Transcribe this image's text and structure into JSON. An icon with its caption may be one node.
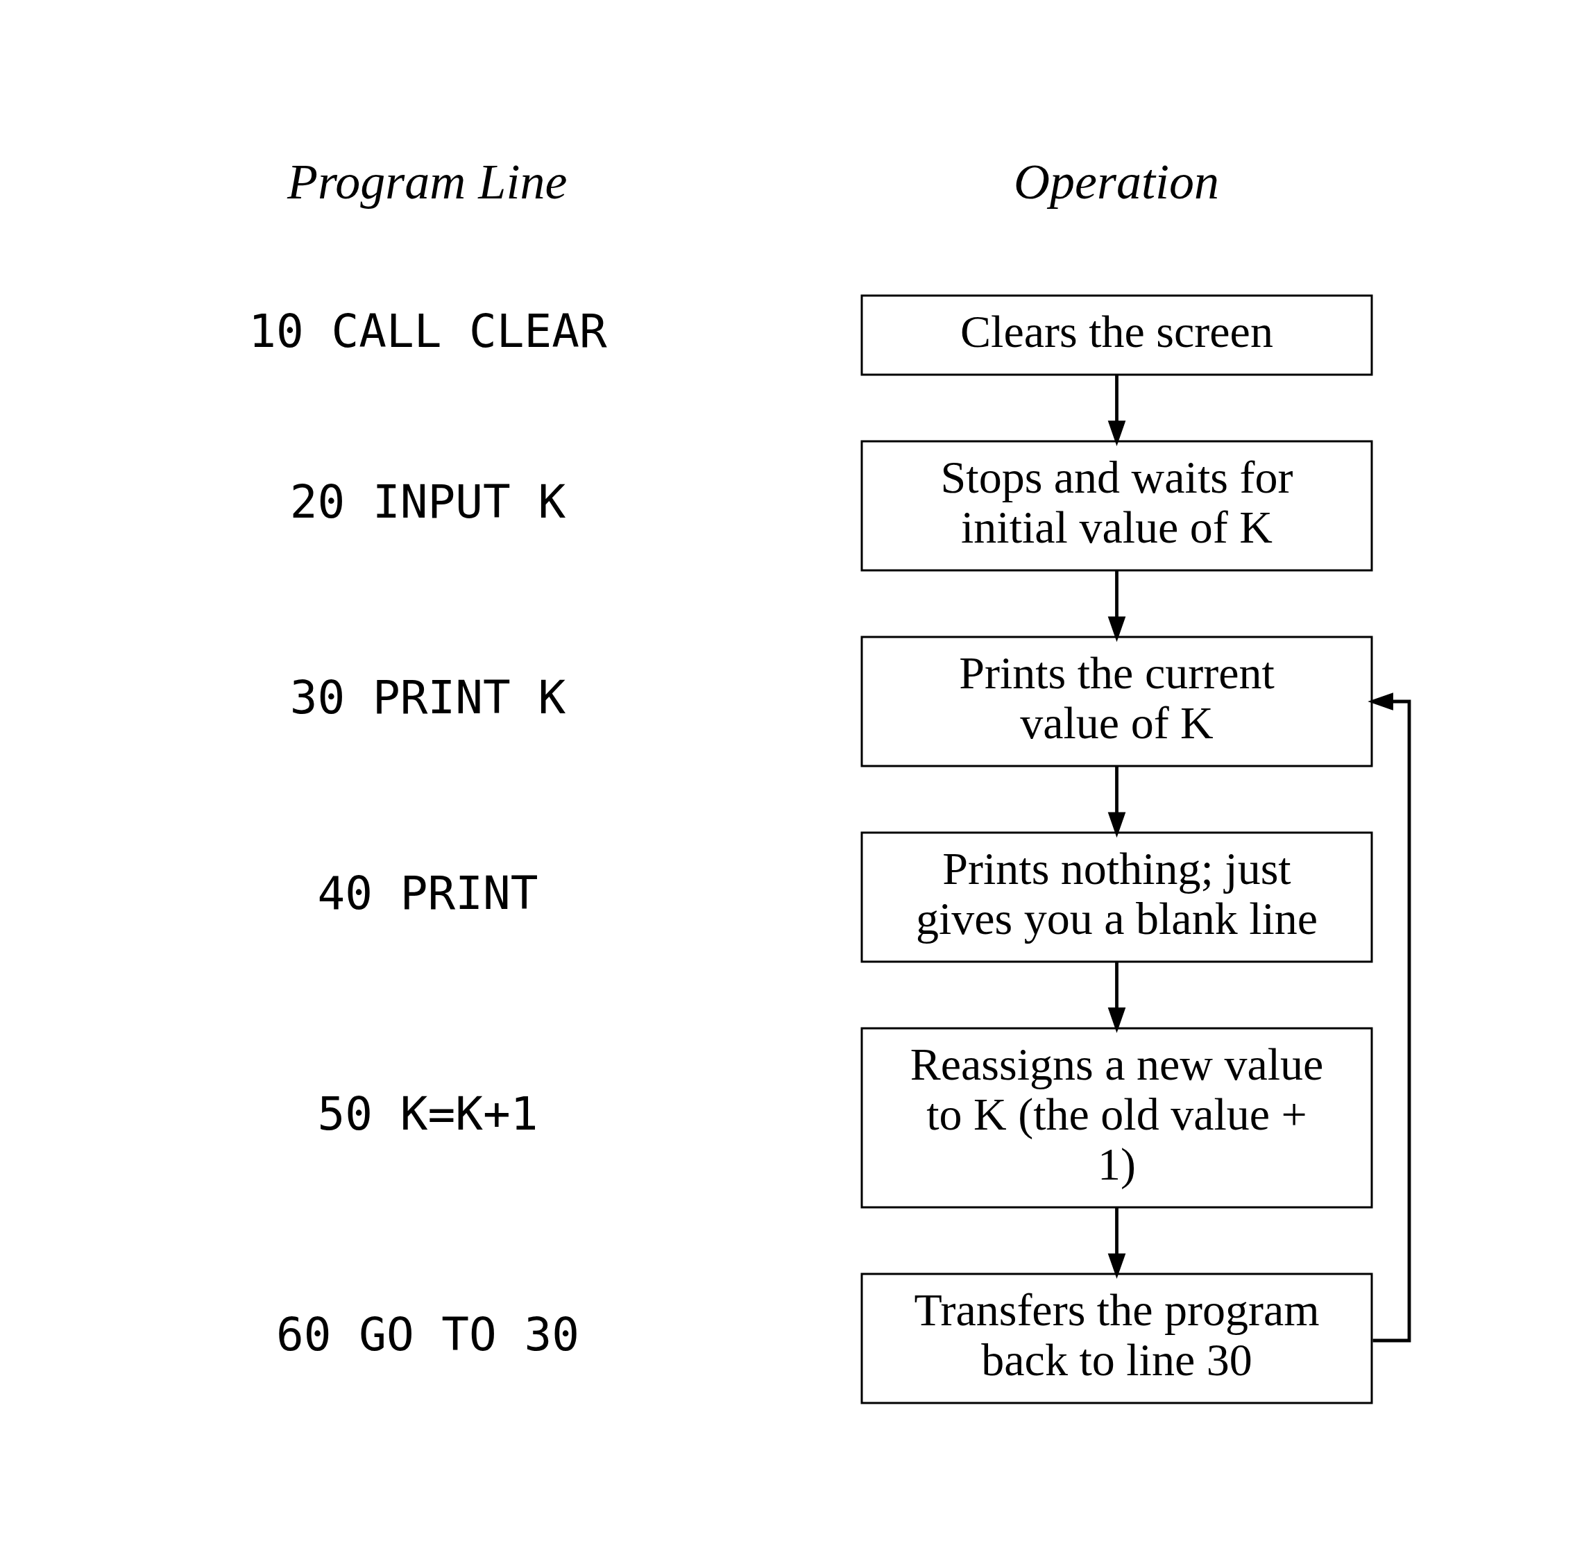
{
  "diagram": {
    "nodes": [
      {
        "text": [
          "Clears the screen"
        ]
      },
      {
        "text": [
          "Stops and waits for initial value of K"
        ]
      },
      {
        "text": [
          "Prints the current value of K"
        ]
      },
      {
        "text": [
          "Prints nothing; just gives you a blank line"
        ]
      },
      {
        "text": [
          "Reassigns a new value to K (the old value + 1)"
        ]
      },
      {
        "text": [
          "Transfers the program back to line 30"
        ]
      }
    ],
    "edges": [
      {
        "from": 0,
        "to": 1,
        "arrow": "to"
      },
      {
        "from": 1,
        "to": 2,
        "arrow": "to"
      },
      {
        "from": 2,
        "to": 3,
        "arrow": "to"
      },
      {
        "from": 3,
        "to": 4,
        "arrow": "to"
      },
      {
        "from": 4,
        "to": 5,
        "arrow": "to"
      },
      {
        "from": 5,
        "to": 2,
        "arrow": "to"
      }
    ],
    "labels": [
      "Program Line",
      "Operation",
      "10 CALL CLEAR",
      "20 INPUT K",
      "30 PRINT K",
      "40 PRINT",
      "50 K=K+1",
      "60 GO TO 30"
    ]
  }
}
